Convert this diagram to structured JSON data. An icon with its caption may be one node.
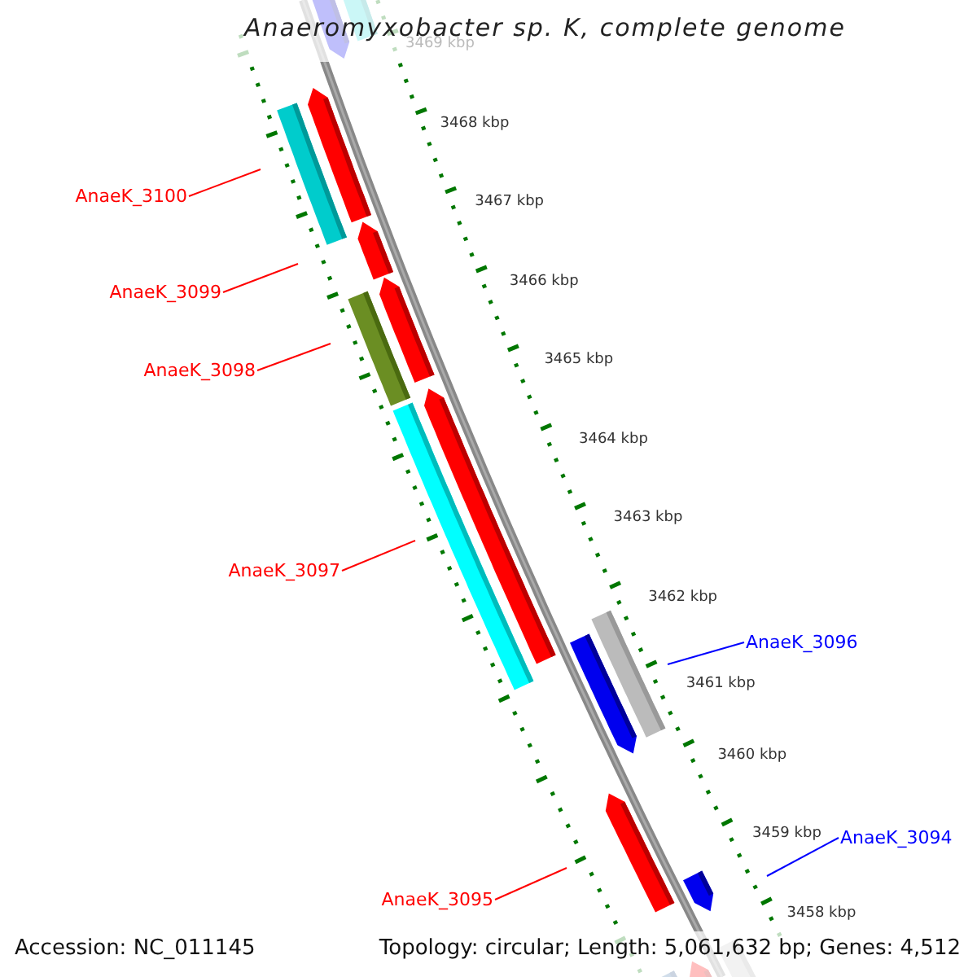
{
  "diagram": {
    "title": "Anaeromyxobacter sp. K, complete genome",
    "nodes": [
      {
        "text": [
          "AnaeK_3100"
        ]
      },
      {
        "text": [
          "AnaeK_3099"
        ]
      },
      {
        "text": [
          "AnaeK_3098"
        ]
      },
      {
        "text": [
          "AnaeK_3097"
        ]
      },
      {
        "text": [
          "AnaeK_3096"
        ]
      },
      {
        "text": [
          "AnaeK_3094"
        ]
      },
      {
        "text": [
          "AnaeK_3095"
        ]
      }
    ],
    "edges": [
      {
        "from": 0,
        "to": null,
        "arrow": "none"
      },
      {
        "from": 1,
        "to": null,
        "arrow": "none"
      },
      {
        "from": 2,
        "to": null,
        "arrow": "none"
      },
      {
        "from": 3,
        "to": null,
        "arrow": "none"
      },
      {
        "from": 4,
        "to": null,
        "arrow": "none",
        "color": "#0000ff"
      },
      {
        "from": 5,
        "to": null,
        "arrow": "none",
        "color": "#0000ff"
      },
      {
        "from": 6,
        "to": null,
        "arrow": "none"
      }
    ],
    "labels": [
      "3469 kbp",
      "3468 kbp",
      "3467 kbp",
      "3466 kbp",
      "3465 kbp",
      "3464 kbp",
      "3463 kbp",
      "3462 kbp",
      "3461 kbp",
      "3460 kbp",
      "3459 kbp",
      "3458 kbp",
      "Accession: NC_011145",
      "Topology: circular; Length: 5,061,632 bp; Genes: 4,512"
    ]
  }
}
